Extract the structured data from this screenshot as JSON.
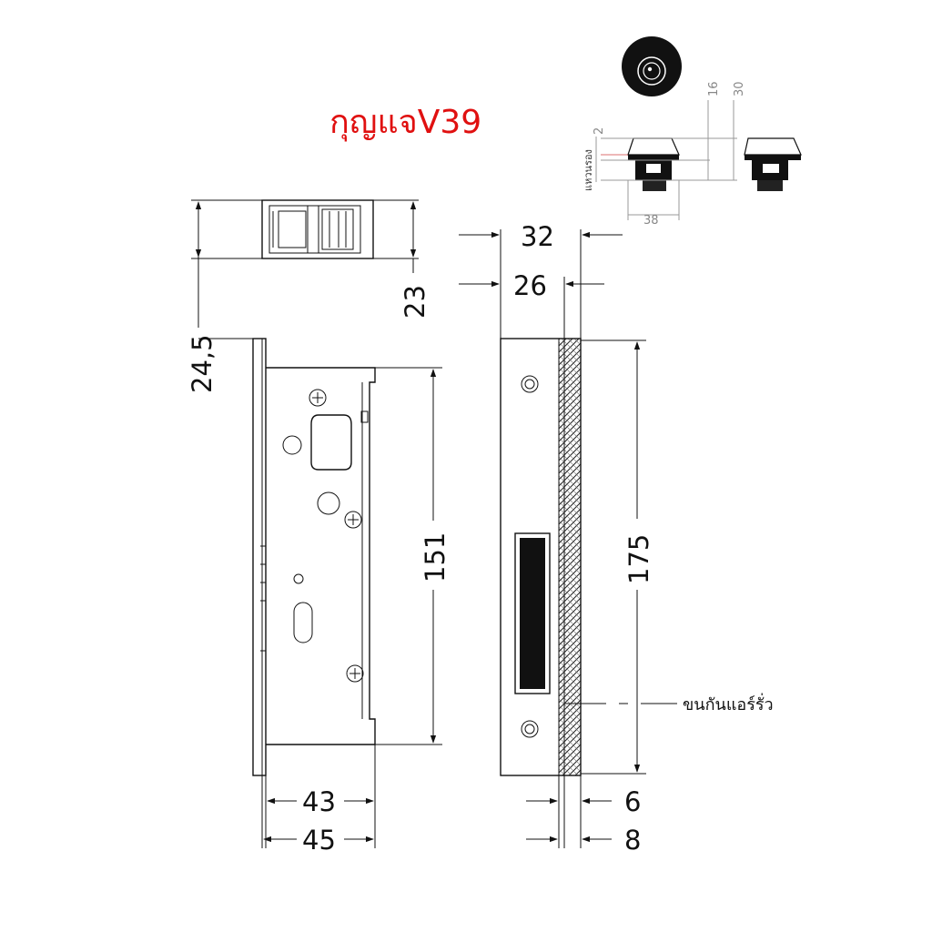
{
  "title": "กุญแจV39",
  "colors": {
    "title": "#e01010",
    "line": "#111111",
    "dim_grey": "#999999"
  },
  "dimensions": {
    "d24_5": "24,5",
    "d23": "23",
    "d151": "151",
    "d43": "43",
    "d45": "45",
    "d32": "32",
    "d26": "26",
    "d175": "175",
    "d6": "6",
    "d8": "8"
  },
  "note": "ขนกันแอร์รั่ว",
  "cylinder": {
    "d16": "16",
    "d30": "30",
    "d2": "2",
    "d38": "38",
    "label": "แหวนรอง"
  }
}
